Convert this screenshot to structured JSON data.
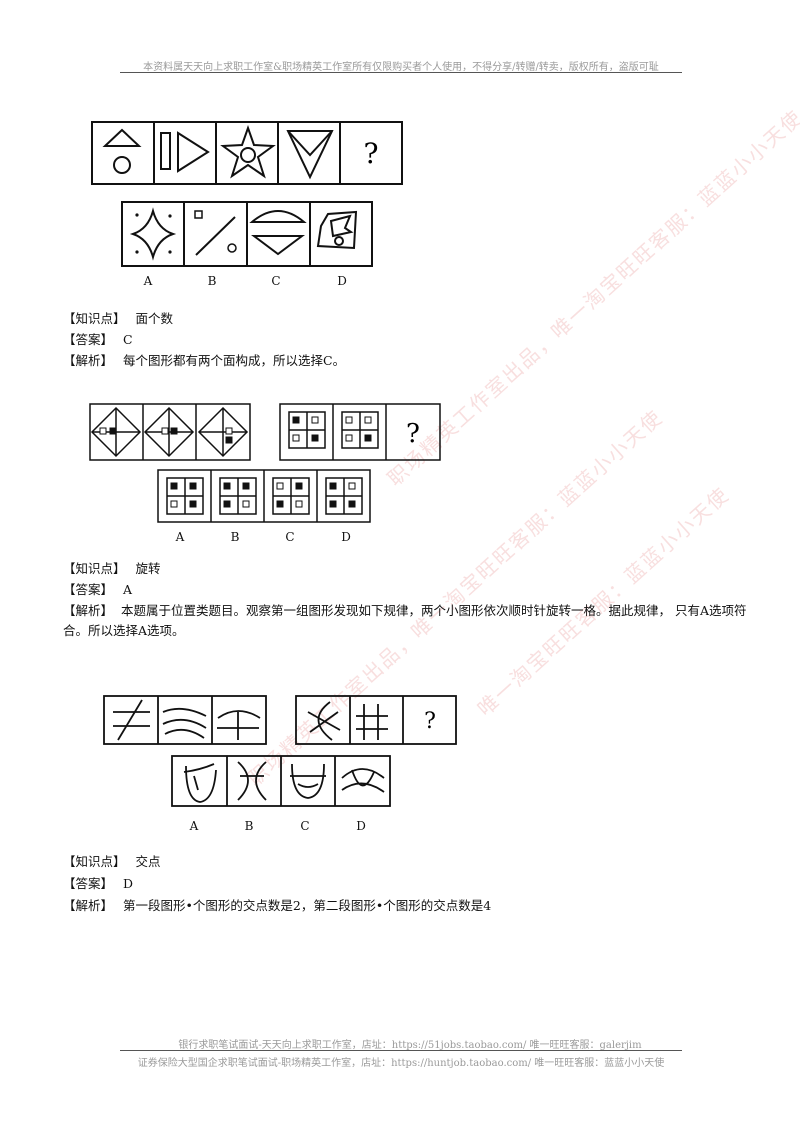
{
  "header": {
    "notice": "本资料属天天向上求职工作室&职场精英工作室所有仅限购买者个人使用，不得分享/转赠/转卖，版权所有，盗版可耻"
  },
  "watermarks": [
    "职场精英工作室出品，唯一淘宝旺旺客服：蓝蓝小小天使",
    "唯一淘宝旺旺客服：蓝蓝小小天使"
  ],
  "questions": [
    {
      "question_mark": "?",
      "options": [
        "A",
        "B",
        "C",
        "D"
      ],
      "knowledge_key": "【知识点】",
      "knowledge": "面个数",
      "answer_key": "【答案】",
      "answer": "C",
      "analysis_key": "【解析】",
      "analysis": "每个图形都有两个面构成，所以选择C。"
    },
    {
      "question_mark": "?",
      "options": [
        "A",
        "B",
        "C",
        "D"
      ],
      "knowledge_key": "【知识点】",
      "knowledge": "旋转",
      "answer_key": "【答案】",
      "answer": "A",
      "analysis_key": "【解析】",
      "analysis": "本题属于位置类题目。观察第一组图形发现如下规律，两个小图形依次顺时针旋转一格。据此规律， 只有A选项符合。所以选择A选项。"
    },
    {
      "question_mark": "?",
      "options": [
        "A",
        "B",
        "C",
        "D"
      ],
      "knowledge_key": "【知识点】",
      "knowledge": "交点",
      "answer_key": "【答案】",
      "answer": "D",
      "analysis_key": "【解析】",
      "analysis": "第一段图形•个图形的交点数是2，第二段图形•个图形的交点数是4"
    }
  ],
  "footer": {
    "line1": "银行求职笔试面试-天天向上求职工作室，店址：https://51jobs.taobao.com/ 唯一旺旺客服：galerjim",
    "line2": "证券保险大型国企求职笔试面试-职场精英工作室，店址：https://huntjob.taobao.com/ 唯一旺旺客服：蓝蓝小小天使"
  }
}
